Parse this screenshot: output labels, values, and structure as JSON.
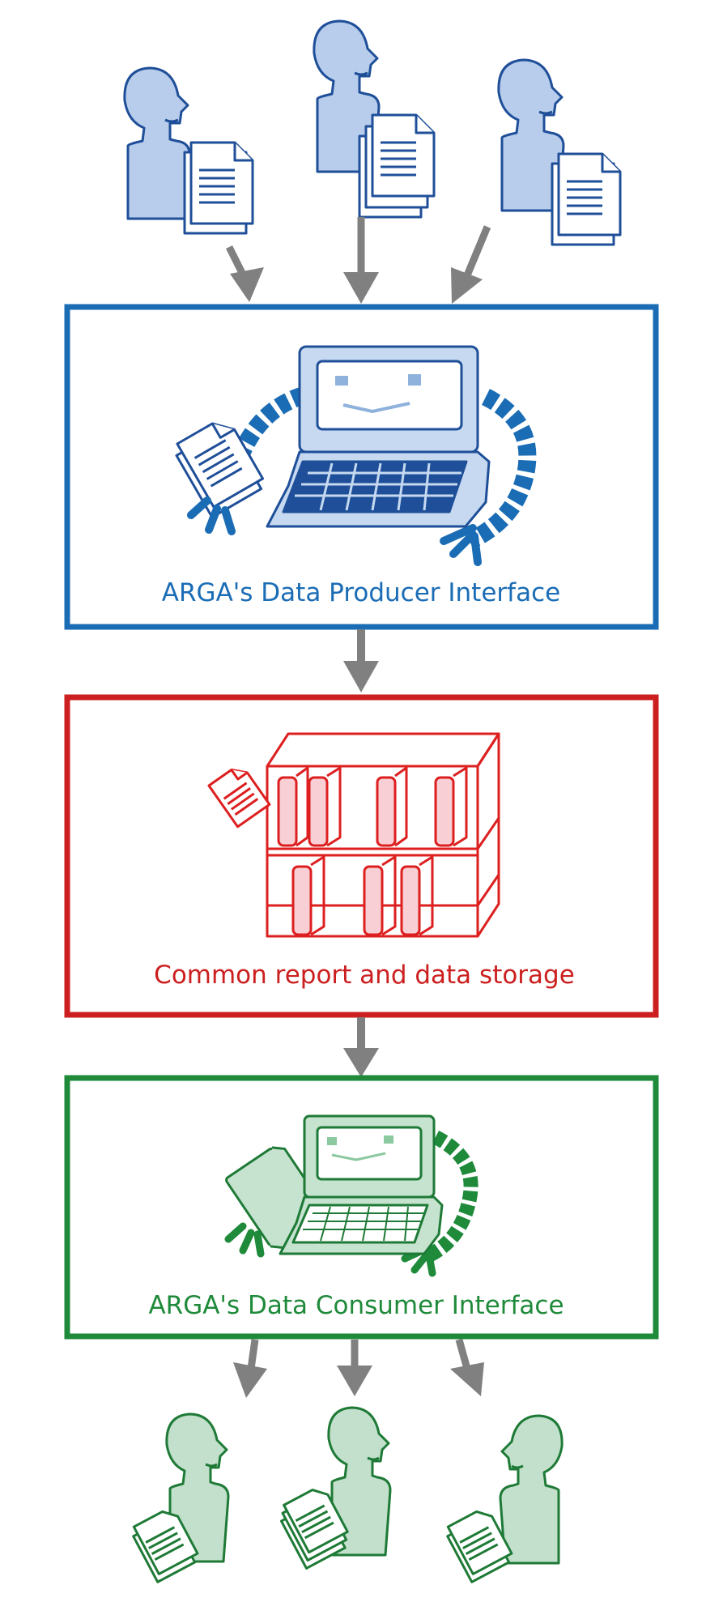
{
  "stages": [
    {
      "label": "ARGA's Data Producer Interface",
      "color": "#1a6cb5",
      "fill": "#c6d9f0"
    },
    {
      "label": "Common report and data storage",
      "color": "#cc1f1f",
      "fill": "#f7cfd4"
    },
    {
      "label": "ARGA's Data Consumer Interface",
      "color": "#1e8a3a",
      "fill": "#c5e3cf"
    }
  ],
  "colors": {
    "arrow": "#808080",
    "producer_person_stroke": "#1f4f99",
    "producer_person_fill": "#b8cdeb",
    "consumer_person_stroke": "#1e7a36",
    "consumer_person_fill": "#c2e0cc"
  },
  "icons": [
    "person-icon",
    "document-icon",
    "laptop-icon",
    "robot-arm-icon",
    "bookshelf-icon",
    "book-icon"
  ]
}
